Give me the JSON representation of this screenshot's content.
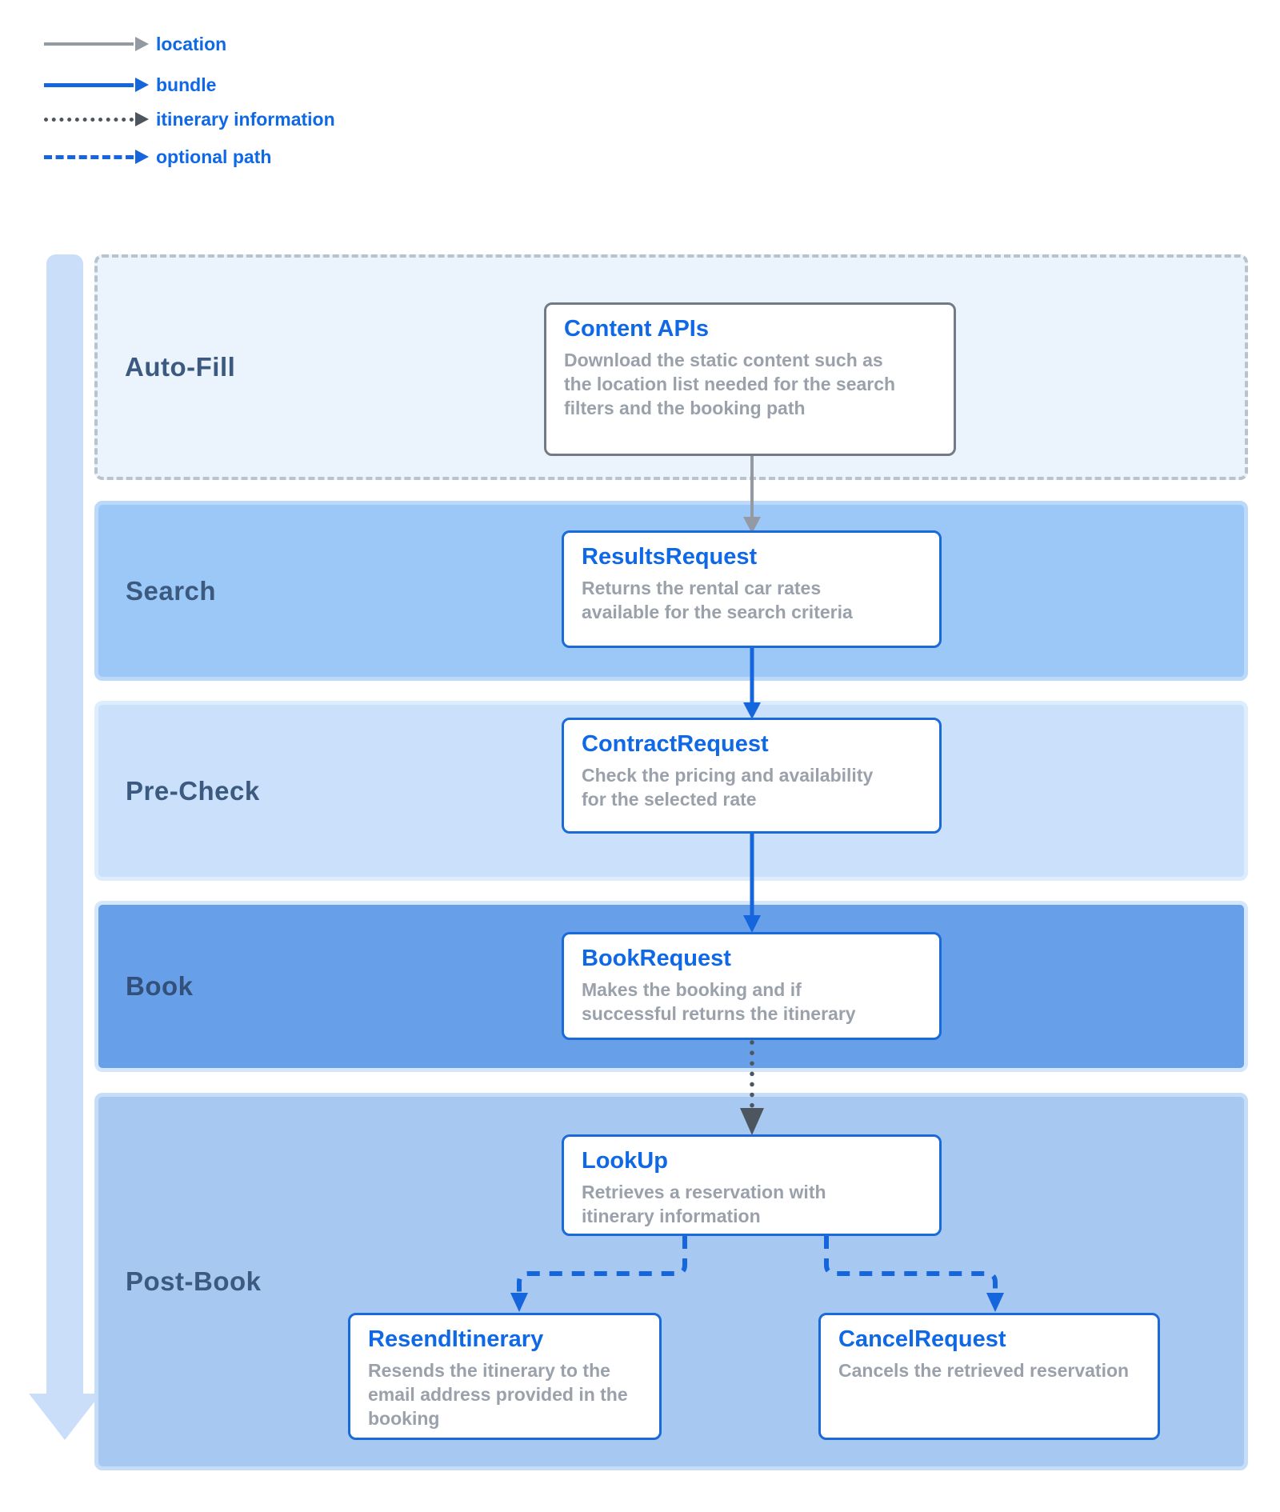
{
  "legend": {
    "items": [
      {
        "label": "location",
        "style": "solid-gray"
      },
      {
        "label": "bundle",
        "style": "solid-blue"
      },
      {
        "label": "itinerary information",
        "style": "dotted-dark"
      },
      {
        "label": "optional path",
        "style": "dashed-blue"
      }
    ]
  },
  "sections": [
    {
      "label": "Auto-Fill"
    },
    {
      "label": "Search"
    },
    {
      "label": "Pre-Check"
    },
    {
      "label": "Book"
    },
    {
      "label": "Post-Book"
    }
  ],
  "nodes": [
    {
      "title": "Content APIs",
      "desc_lines": [
        "Download the static content such as",
        "the location list needed for the search",
        "filters and the booking path"
      ]
    },
    {
      "title": "ResultsRequest",
      "desc_lines": [
        "Returns the rental car rates",
        "available for the search criteria"
      ]
    },
    {
      "title": "ContractRequest",
      "desc_lines": [
        "Check the pricing and availability",
        "for the selected rate"
      ]
    },
    {
      "title": "BookRequest",
      "desc_lines": [
        "Makes the booking and if",
        "successful returns the itinerary"
      ]
    },
    {
      "title": "LookUp",
      "desc_lines": [
        "Retrieves a reservation with",
        "itinerary information"
      ]
    },
    {
      "title": "ResendItinerary",
      "desc_lines": [
        "Resends the itinerary to the",
        "email address provided in the",
        "booking"
      ]
    },
    {
      "title": "CancelRequest",
      "desc_lines": [
        "Cancels the retrieved reservation"
      ]
    }
  ],
  "colors": {
    "accent_blue": "#0F68E5",
    "border_blue": "#1A6AD9",
    "arrow_blue": "#1565DD",
    "body_gray": "#9AA1AB",
    "arrow_gray": "#939AA4",
    "dotted_dark": "#4D565F",
    "section_label": "#3C5A80",
    "autofill_bg": "#EBF3FC",
    "search_bg": "#9CC8F8",
    "precheck_bg": "#CBE1FB",
    "book_bg": "#67A0E8",
    "postbook_bg": "#A7C9F1",
    "flow_arrow": "#CBDEF9"
  }
}
